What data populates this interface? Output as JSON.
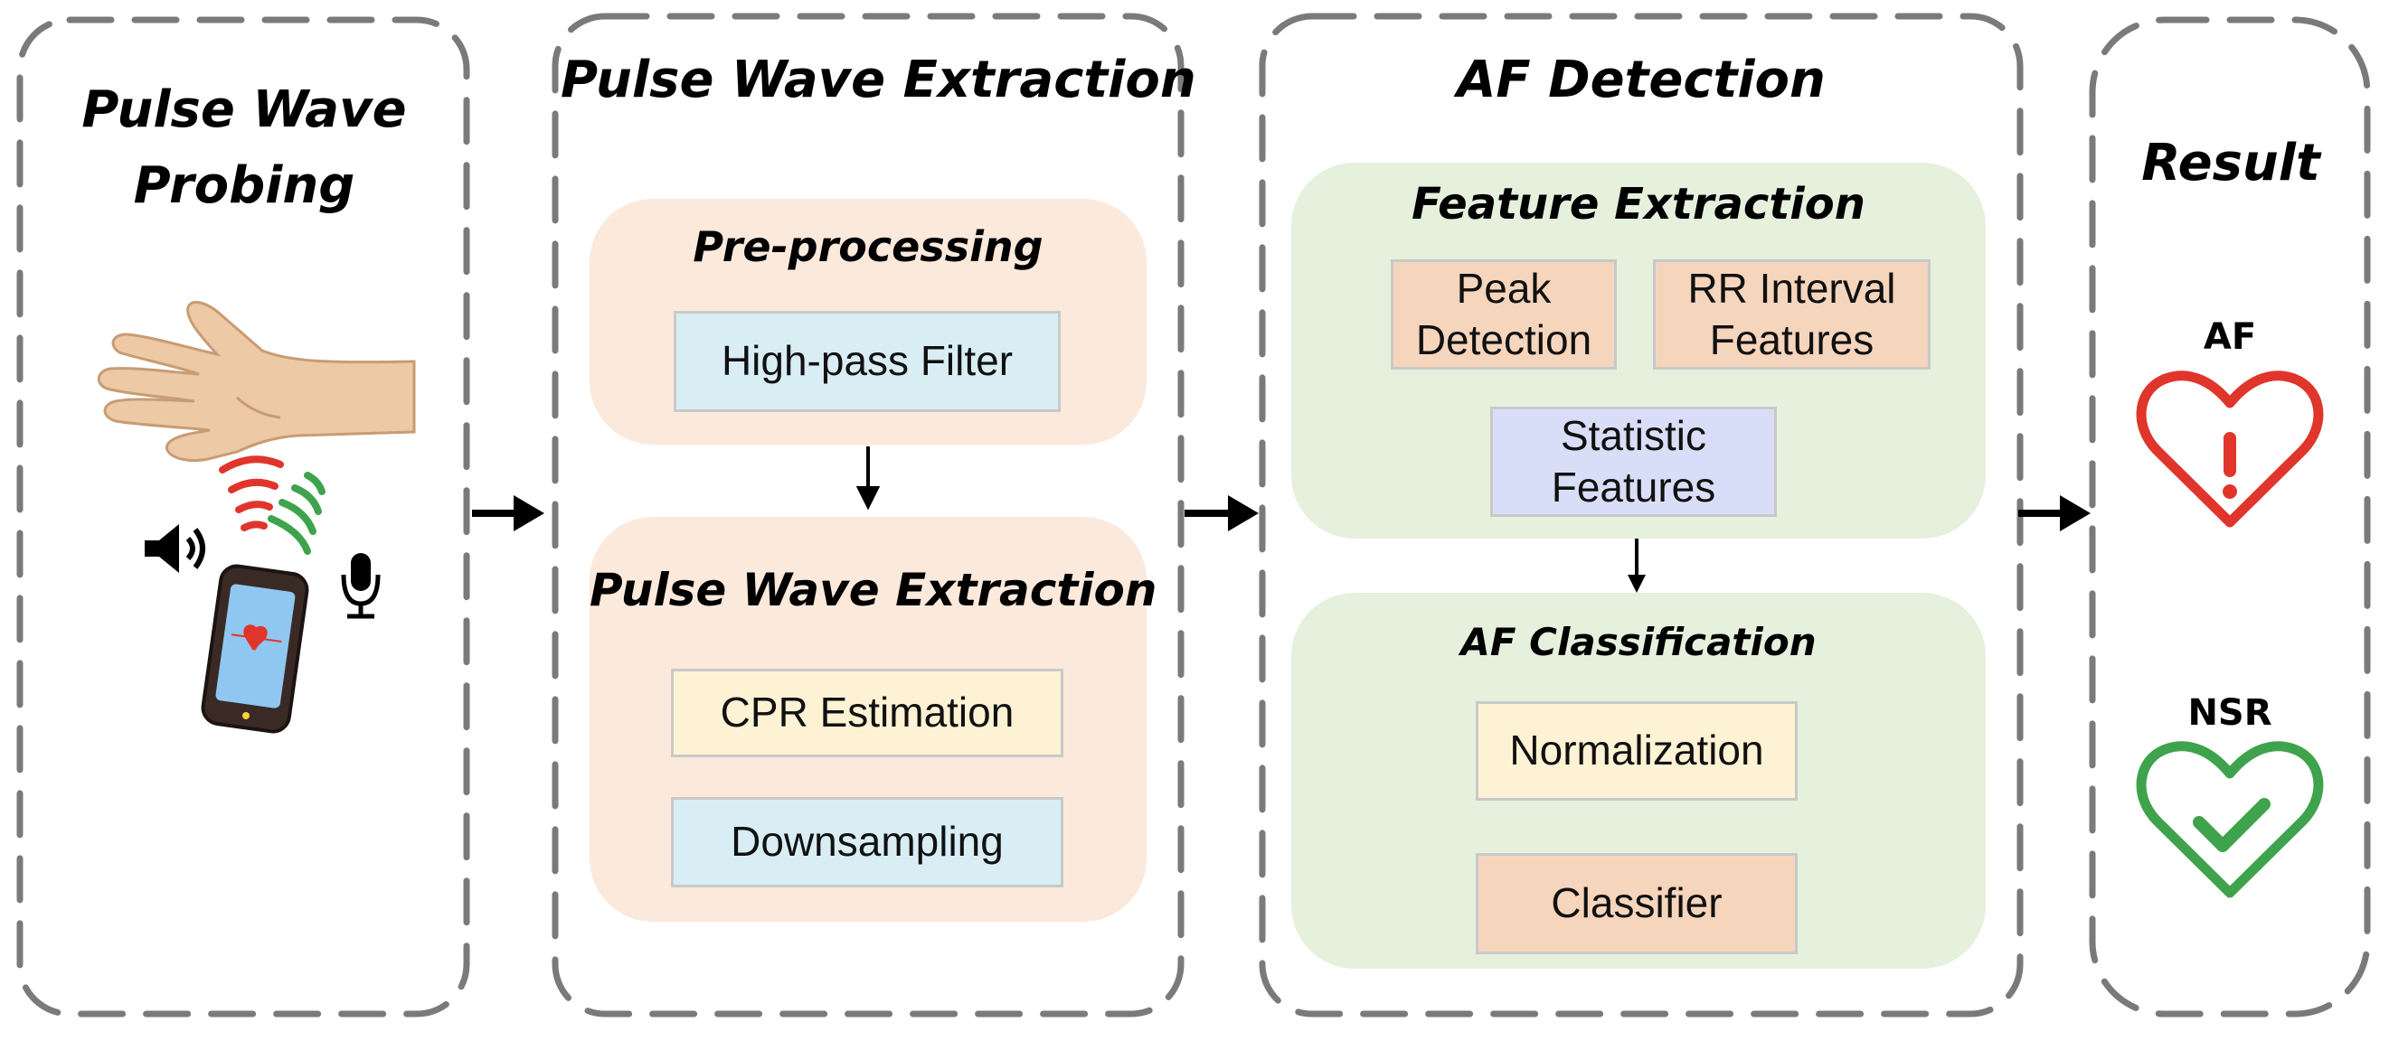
{
  "panels": {
    "probing_title": "Pulse Wave Probing",
    "extraction_title": "Pulse Wave Extraction",
    "detection_title": "AF Detection",
    "result_title": "Result"
  },
  "preprocessing": {
    "title": "Pre-processing",
    "box": "High-pass Filter"
  },
  "extraction": {
    "title": "Pulse Wave Extraction",
    "box1": "CPR Estimation",
    "box2": "Downsampling"
  },
  "feature_extraction": {
    "title": "Feature Extraction",
    "peak": "Peak Detection",
    "rr": "RR Interval Features",
    "statistic": "Statistic Features"
  },
  "classification": {
    "title": "AF Classification",
    "normalization": "Normalization",
    "classifier": "Classifier"
  },
  "result": {
    "af": "AF",
    "nsr": "NSR"
  },
  "colors": {
    "af_heart": "#e0352b",
    "nsr_heart": "#3fa34d",
    "wave_red": "#e0352b",
    "wave_green": "#3fa34d"
  },
  "icons": [
    "hand-icon",
    "speaker-icon",
    "microphone-icon",
    "smartphone-icon",
    "heart-alert-icon",
    "heart-check-icon"
  ]
}
